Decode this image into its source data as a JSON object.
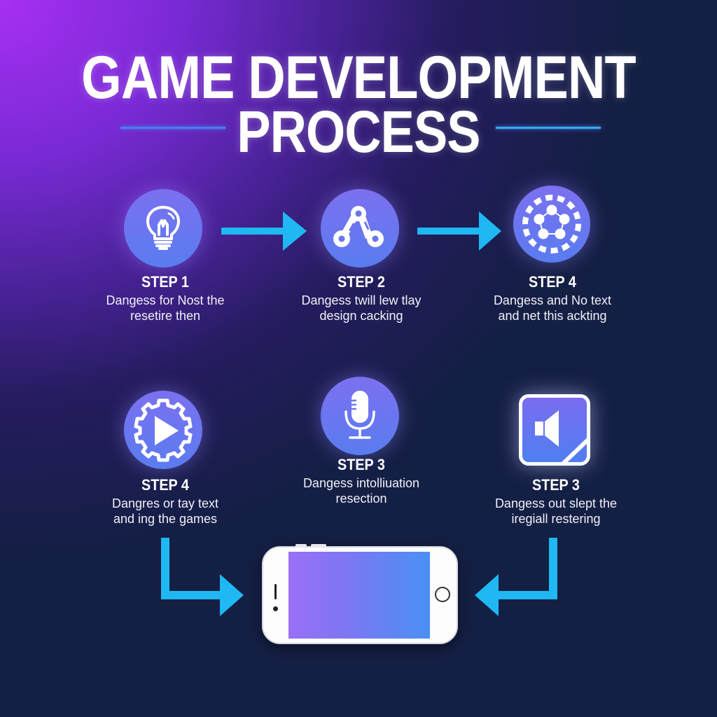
{
  "header": {
    "title_line1": "GAME DEVELOPMENT",
    "title_line2": "PROCESS"
  },
  "colors": {
    "bg_top_left": "#a82ff2",
    "bg_bottom_right": "#131e42",
    "icon_fill": "#6a78f0",
    "arrow": "#1fb8f2",
    "rule_left": "#4a7cf2",
    "rule_right": "#3aa8f0"
  },
  "steps": [
    {
      "label": "STEP 1",
      "desc_line1": "Dangess for Nost the",
      "desc_line2": "resetire then",
      "icon": "lightbulb-icon"
    },
    {
      "label": "STEP 2",
      "desc_line1": "Dangess twill lew tlay",
      "desc_line2": "design cacking",
      "icon": "linked-nodes-icon"
    },
    {
      "label": "STEP 4",
      "desc_line1": "Dangess and No text",
      "desc_line2": "and net this ackting",
      "icon": "network-ring-icon"
    },
    {
      "label": "STEP 4",
      "desc_line1": "Dangres or tay text",
      "desc_line2": "and ing the games",
      "icon": "gear-play-icon"
    },
    {
      "label": "STEP 3",
      "desc_line1": "Dangess intolliuation",
      "desc_line2": "resection",
      "icon": "microphone-icon"
    },
    {
      "label": "STEP 3",
      "desc_line1": "Dangess out slept the",
      "desc_line2": "iregiall restering",
      "icon": "speaker-icon"
    }
  ],
  "device": {
    "icon": "smartphone-landscape-icon"
  }
}
